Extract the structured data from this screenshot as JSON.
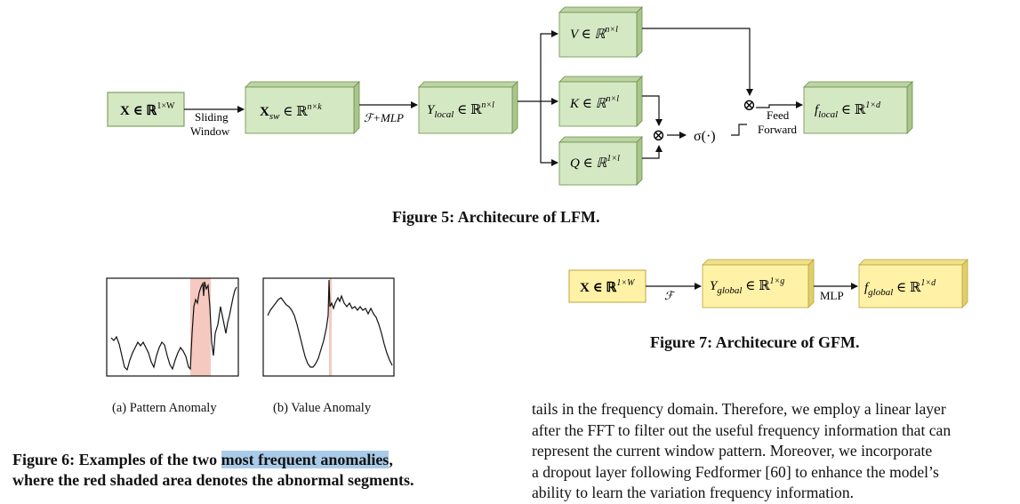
{
  "fig5": {
    "caption": "Figure 5: Architecure of LFM.",
    "nodes": {
      "x": "X ∈ ℝ",
      "x_sup": "1×W",
      "xsw": "X",
      "xsw_sub": "sw",
      "xsw_rest": " ∈ ℝ",
      "xsw_sup": "n×k",
      "ylocal": "Y",
      "ylocal_sub": "local",
      "ylocal_rest": " ∈ ℝ",
      "ylocal_sup": "n×l",
      "v": "V ∈ ℝ",
      "v_sup": "n×l",
      "k": "K ∈ ℝ",
      "k_sup": "n×l",
      "q": "Q ∈ ℝ",
      "q_sup": "1×l",
      "flocal": "f",
      "flocal_sub": "local",
      "flocal_rest": " ∈ ℝ",
      "flocal_sup": "1×d"
    },
    "edge_labels": {
      "sliding1": "Sliding",
      "sliding2": "Window",
      "fmlp": "ℱ+MLP",
      "feed1": "Feed",
      "feed2": "Forward",
      "sigma": "σ(·)",
      "otimes": "⊗"
    },
    "colors": {
      "green_fill": "#d5e8c4",
      "green_dark": "#aac58c",
      "green_side": "#bcd4a3",
      "stroke": "#6b8f47"
    }
  },
  "fig6": {
    "caption_line1_pre": "Figure 6: Examples of the two ",
    "caption_line1_hl": "most frequent anomalies",
    "caption_line1_post": ",",
    "caption_line2": "where the red shaded area denotes the abnormal segments.",
    "sub_a": "(a) Pattern Anomaly",
    "sub_b": "(b) Value Anomaly",
    "colors": {
      "shade": "#f6c9c0",
      "highlight": "#a9cbe9"
    }
  },
  "fig7": {
    "caption": "Figure 7: Architecure of GFM.",
    "nodes": {
      "x": "X ∈ ℝ",
      "x_sup": "1×W",
      "yglobal": "Y",
      "yglobal_sub": "global",
      "yglobal_rest": " ∈ ℝ",
      "yglobal_sup": "1×g",
      "fglobal": "f",
      "fglobal_sub": "global",
      "fglobal_rest": " ∈ ℝ",
      "fglobal_sup": "1×d"
    },
    "edge_labels": {
      "f": "ℱ",
      "mlp": "MLP"
    },
    "colors": {
      "yellow_fill": "#fff2a6",
      "yellow_dark": "#e1cf6a",
      "yellow_side": "#efe08a",
      "stroke": "#b8a43c"
    }
  },
  "body_text": {
    "line1": "tails in the frequency domain. Therefore, we employ a linear layer",
    "line2": "after the FFT to filter out the useful frequency information that can",
    "line3": "represent the current window pattern. Moreover, we incorporate",
    "line4": "a dropout layer following Fedformer [60] to enhance the model’s",
    "line5": "ability to learn the variation frequency information."
  }
}
